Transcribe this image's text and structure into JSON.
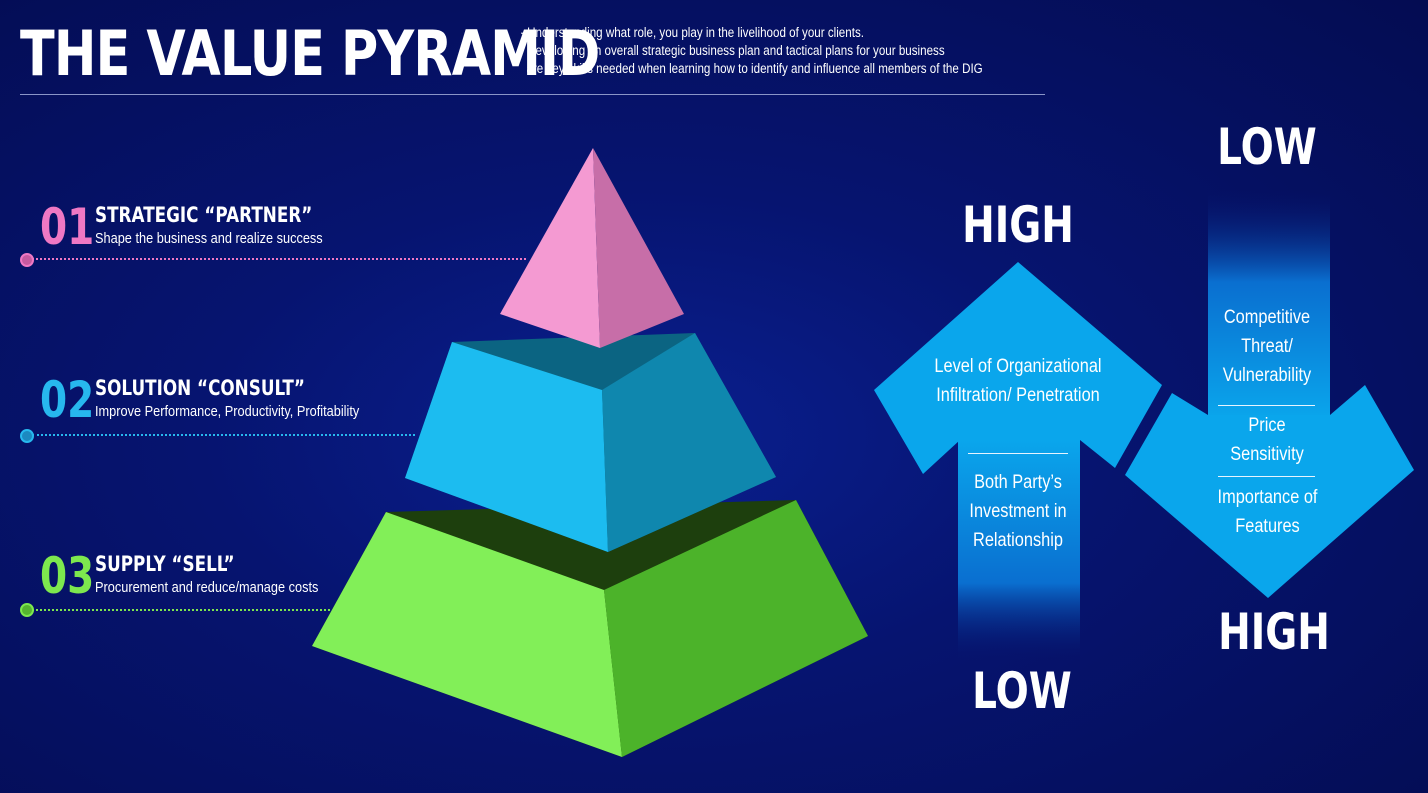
{
  "header": {
    "title": "THE VALUE PYRAMID",
    "bullets": [
      "· Understanding what role, you play in the livelihood of your clients.",
      "· Developing an overall strategic business plan and tactical plans for your business",
      "  are key skills needed when learning how to identify and influence all members of the DIG"
    ]
  },
  "levels": [
    {
      "number": "01",
      "title": "STRATEGIC “PARTNER”",
      "description": "Shape the business and realize success",
      "color": "#ef78c4"
    },
    {
      "number": "02",
      "title": "SOLUTION “CONSULT”",
      "description": "Improve Performance, Productivity, Profitability",
      "color": "#27b8ee"
    },
    {
      "number": "03",
      "title": "SUPPLY “SELL”",
      "description": "Procurement and reduce/manage costs",
      "color": "#7de84e"
    }
  ],
  "up_arrow": {
    "top_label": "HIGH",
    "bottom_label": "LOW",
    "text1": "Level of Organizational Infiltration/ Penetration",
    "text2": "Both Party’s Investment in Relationship",
    "color": "#0aa6ec"
  },
  "down_arrow": {
    "top_label": "LOW",
    "bottom_label": "HIGH",
    "text1": "Competitive Threat/ Vulnerability",
    "text2": "Price Sensitivity",
    "text3": "Importance of Features",
    "color": "#0aa6ec"
  }
}
